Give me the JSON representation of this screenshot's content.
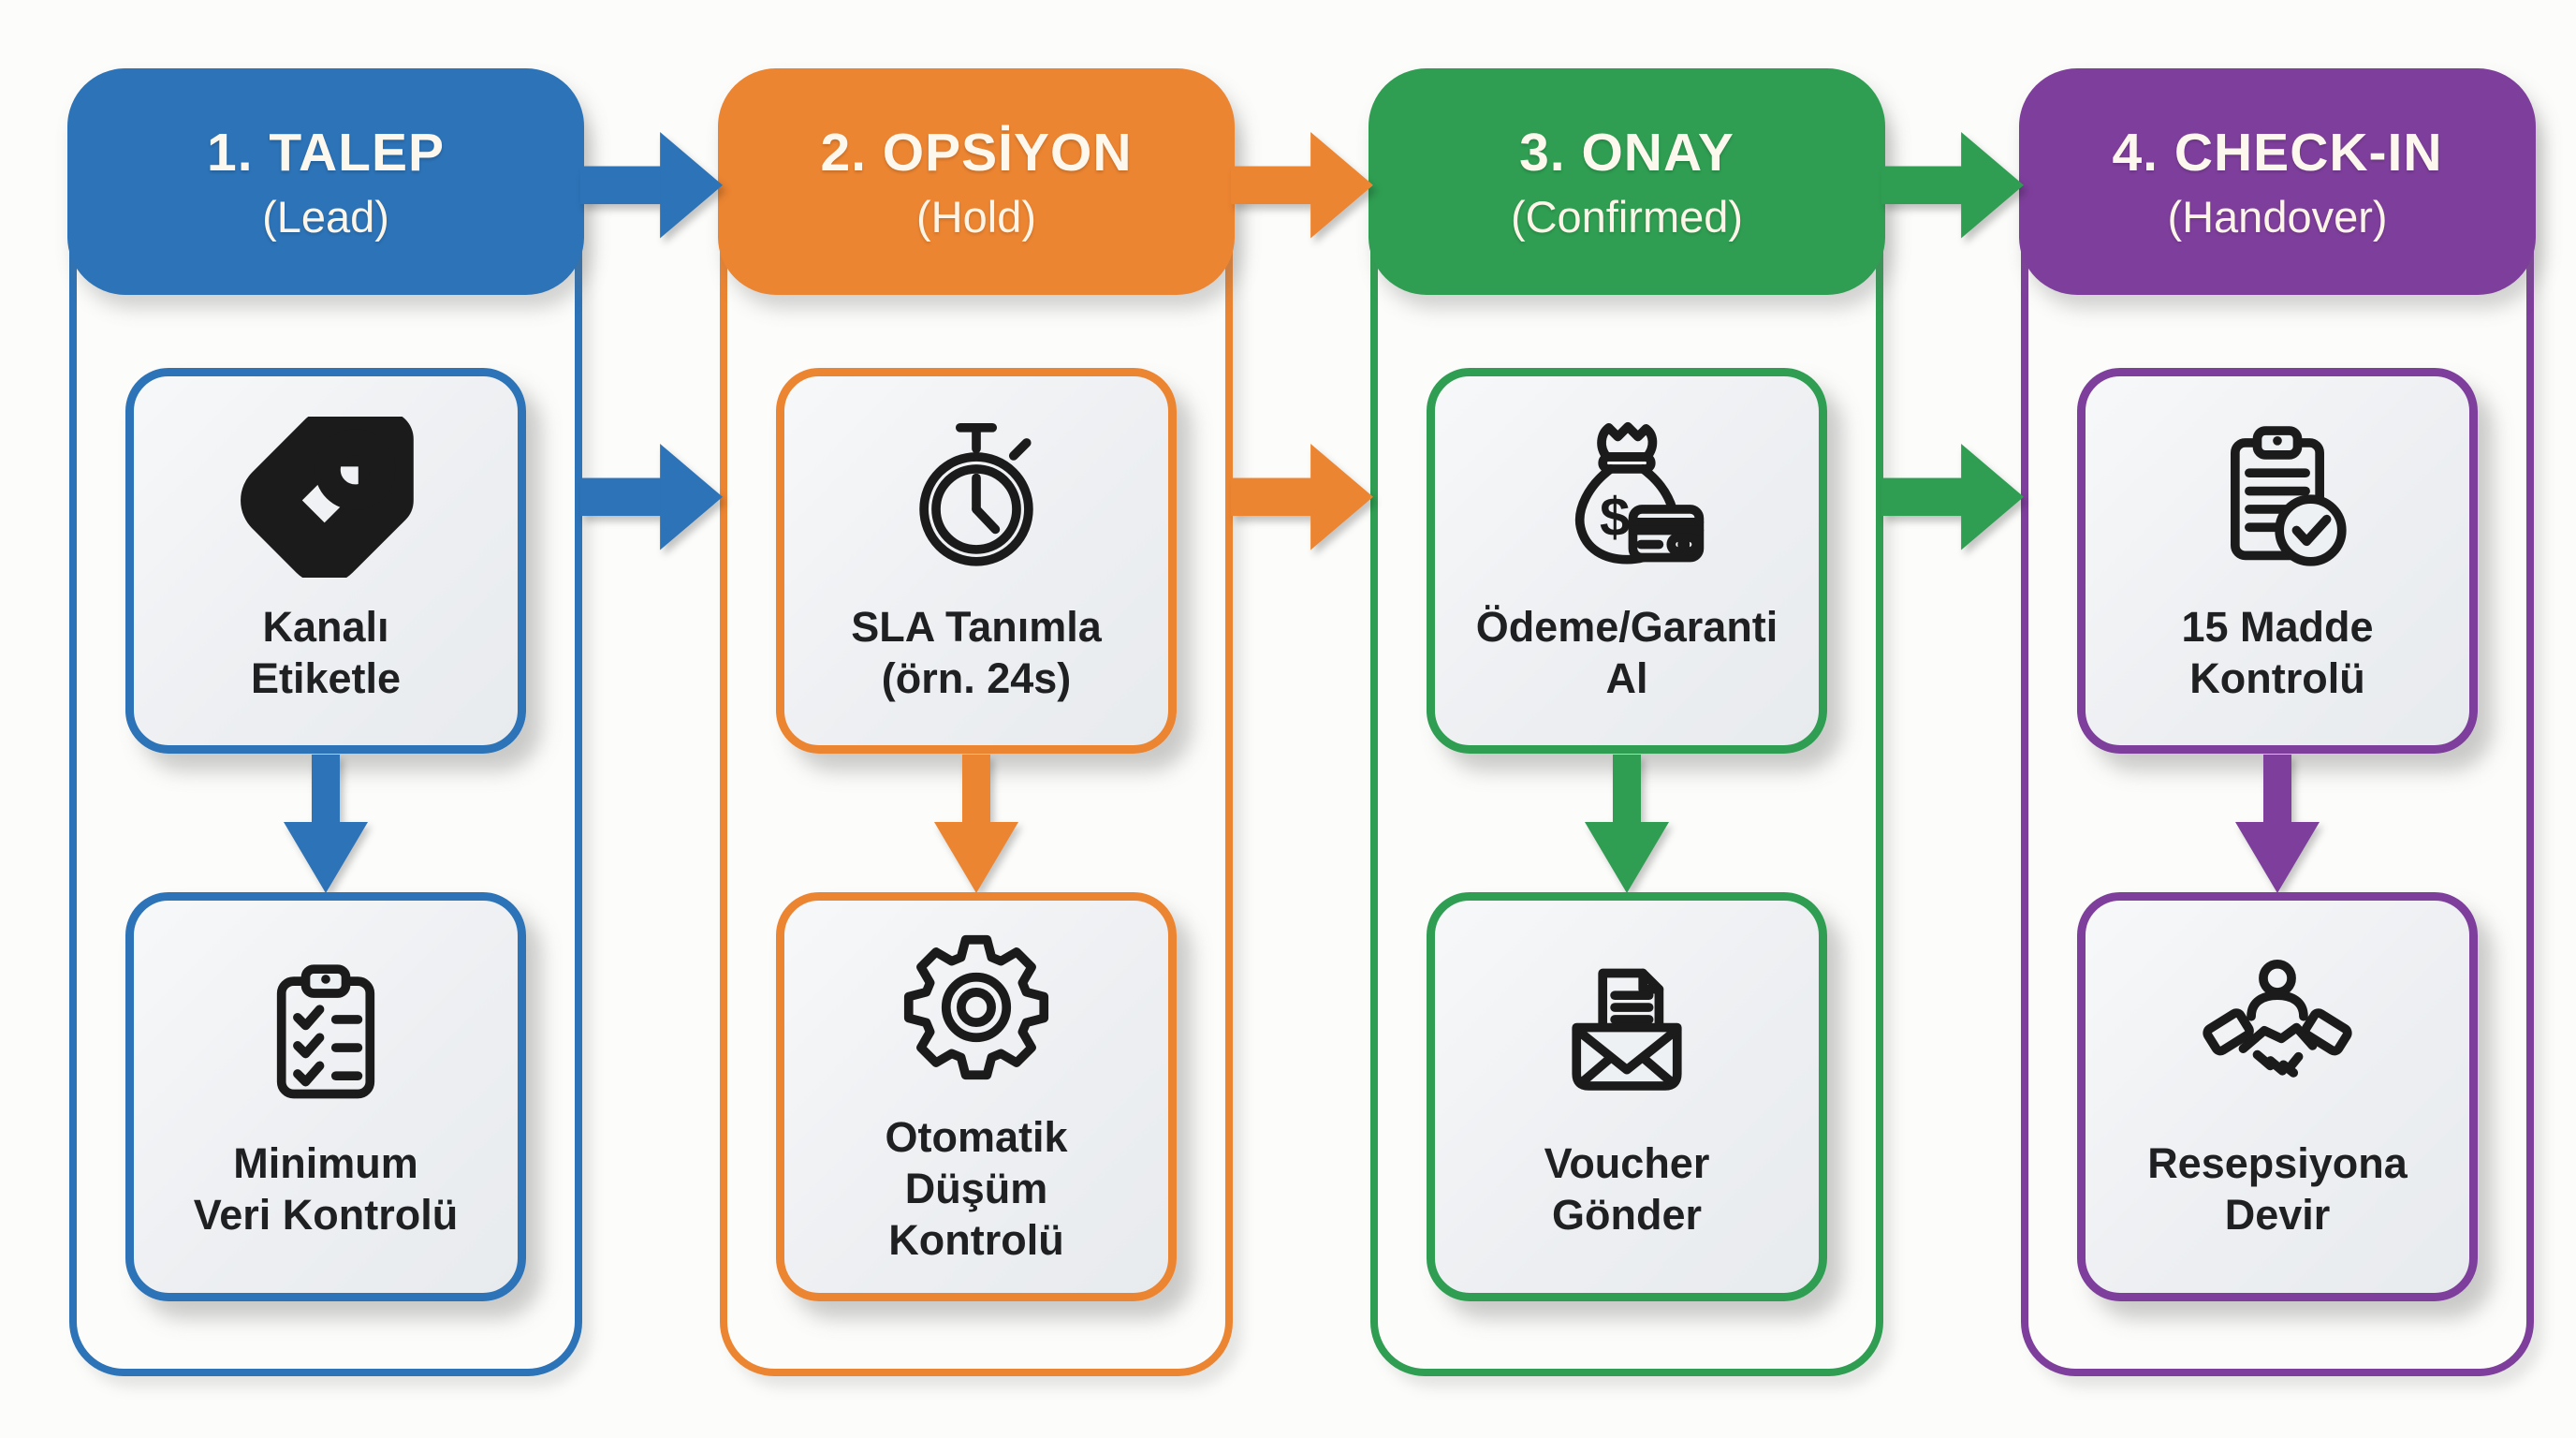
{
  "page": {
    "background": "#fcfcfa",
    "type": "process-flow-infographic",
    "language": "Turkish"
  },
  "columns": [
    {
      "id": 1,
      "color": "#2d73b7",
      "header": {
        "title": "1. TALEP",
        "subtitle": "(Lead)"
      },
      "boxes": [
        {
          "icon": "tag-icon",
          "label": "Kanalı\nEtiketle"
        },
        {
          "icon": "checklist-clipboard-icon",
          "label": "Minimum\nVeri Kontrolü"
        }
      ]
    },
    {
      "id": 2,
      "color": "#ec8532",
      "header": {
        "title": "2. OPSİYON",
        "subtitle": "(Hold)"
      },
      "boxes": [
        {
          "icon": "stopwatch-icon",
          "label": "SLA Tanımla\n(örn. 24s)"
        },
        {
          "icon": "gear-icon",
          "label": "Otomatik\nDüşüm\nKontrolü"
        }
      ]
    },
    {
      "id": 3,
      "color": "#2f9e52",
      "header": {
        "title": "3. ONAY",
        "subtitle": "(Confirmed)"
      },
      "boxes": [
        {
          "icon": "money-bag-card-icon",
          "label": "Ödeme/Garanti\nAl"
        },
        {
          "icon": "envelope-letter-icon",
          "label": "Voucher\nGönder"
        }
      ]
    },
    {
      "id": 4,
      "color": "#7e3f9c",
      "header": {
        "title": "4. CHECK-IN",
        "subtitle": "(Handover)"
      },
      "boxes": [
        {
          "icon": "clipboard-check-icon",
          "label": "15 Madde\nKontrolü"
        },
        {
          "icon": "handshake-icon",
          "label": "Resepsiyona\nDevir"
        }
      ]
    }
  ],
  "connectors": {
    "header_arrows": [
      {
        "from": "1. TALEP",
        "to": "2. OPSİYON",
        "color": "#2d73b7"
      },
      {
        "from": "2. OPSİYON",
        "to": "3. ONAY",
        "color": "#ec8532"
      },
      {
        "from": "3. ONAY",
        "to": "4. CHECK-IN",
        "color": "#2f9e52"
      }
    ],
    "box_arrows": [
      {
        "from": "Kanalı Etiketle",
        "to": "SLA Tanımla (örn. 24s)",
        "color": "#2d73b7"
      },
      {
        "from": "SLA Tanımla (örn. 24s)",
        "to": "Ödeme/Garanti Al",
        "color": "#ec8532"
      },
      {
        "from": "Ödeme/Garanti Al",
        "to": "15 Madde Kontrolü",
        "color": "#2f9e52"
      }
    ],
    "down_arrows": [
      {
        "column": "1. TALEP",
        "color": "#2d73b7"
      },
      {
        "column": "2. OPSİYON",
        "color": "#ec8532"
      },
      {
        "column": "3. ONAY",
        "color": "#2f9e52"
      },
      {
        "column": "4. CHECK-IN",
        "color": "#7e3f9c"
      }
    ]
  }
}
